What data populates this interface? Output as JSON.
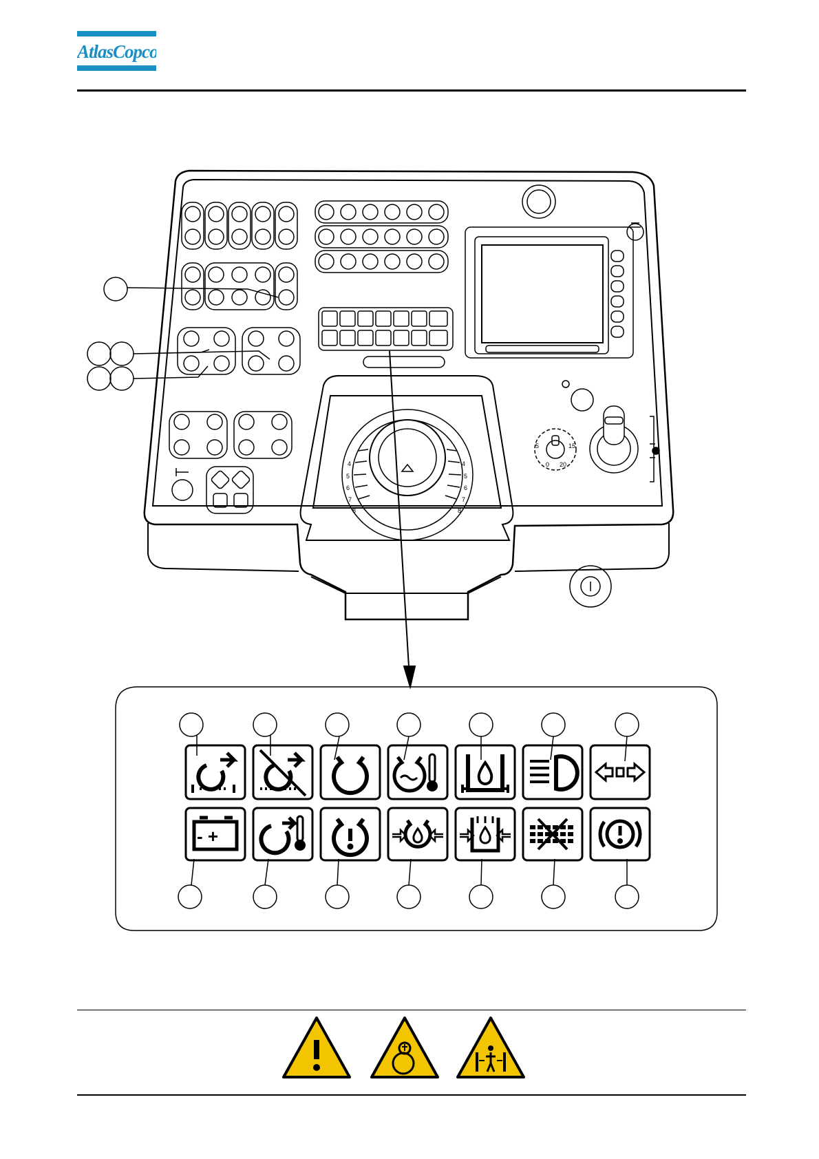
{
  "header": {
    "logo_text": "AtlasCopco",
    "brand_color": "#1a8fc4"
  },
  "console": {
    "dial_ticks_left": [
      "4",
      "5",
      "6",
      "7",
      "8"
    ],
    "dial_ticks_right": [
      "4",
      "5",
      "6",
      "7",
      "8"
    ],
    "speed_knob_labels": [
      "5",
      "0",
      "15",
      "20"
    ]
  },
  "indicator_panel": {
    "top_row_icons": [
      "regeneration-icon",
      "regeneration-inhibit-icon",
      "engine-icon",
      "coolant-temperature-icon",
      "hydraulic-oil-level-icon",
      "headlight-icon",
      "turn-signal-icon"
    ],
    "bottom_row_icons": [
      "battery-charge-icon",
      "exhaust-temperature-icon",
      "engine-fault-icon",
      "oil-pressure-icon",
      "fuel-filter-icon",
      "vibration-off-icon",
      "parking-brake-icon"
    ],
    "battery_label": "- +"
  },
  "warnings": [
    "warning-general-icon",
    "warning-crush-icon",
    "warning-squeeze-icon"
  ]
}
